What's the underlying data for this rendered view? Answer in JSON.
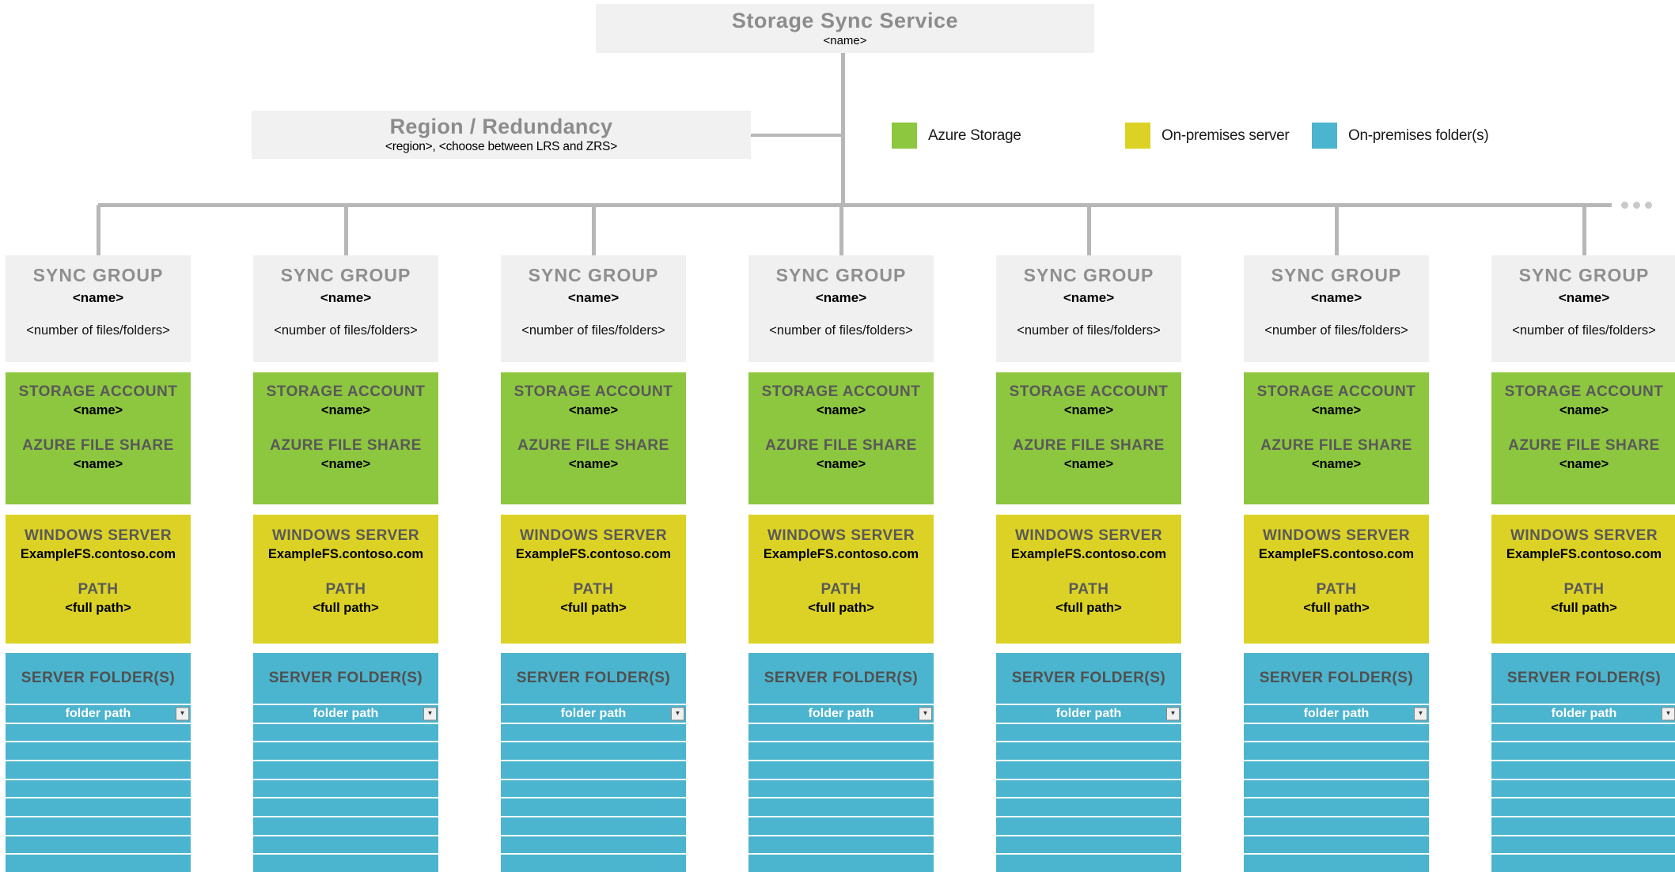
{
  "service": {
    "title": "Storage Sync Service",
    "name": "<name>"
  },
  "region": {
    "title": "Region / Redundancy",
    "details": "<region>, <choose between LRS and ZRS>"
  },
  "legend": [
    {
      "name": "azure-storage",
      "label": "Azure Storage",
      "color": "#8dc63f"
    },
    {
      "name": "on-premises-server",
      "label": "On-premises server",
      "color": "#dcd225"
    },
    {
      "name": "on-premises-folders",
      "label": "On-premises folder(s)",
      "color": "#4bb4ce"
    }
  ],
  "icons": {
    "dropdown_arrow": "▼",
    "more_ellipsis": "• • •"
  },
  "colors": {
    "azure_storage_green": "#8dc63f",
    "on_premises_yellow": "#dcd225",
    "on_premises_teal": "#4bb4ce",
    "box_background_gray": "#f1f1f1",
    "connector_gray": "#b7b7b7",
    "heading_text_gray": "#8c8c8c",
    "label_text_gray": "#595959"
  },
  "columns": [
    {
      "header": "SYNC GROUP",
      "name": "<name>",
      "count": "<number of files/folders>",
      "storage_account_label": "STORAGE ACCOUNT",
      "storage_account_name": "<name>",
      "file_share_label": "AZURE FILE SHARE",
      "file_share_name": "<name>",
      "server_label": "WINDOWS SERVER",
      "server_name": "ExampleFS.contoso.com",
      "path_label": "PATH",
      "path_value": "<full path>",
      "folders_label": "SERVER FOLDER(S)",
      "folder_path": "folder path",
      "empty_rows": 8
    },
    {
      "header": "SYNC GROUP",
      "name": "<name>",
      "count": "<number of files/folders>",
      "storage_account_label": "STORAGE ACCOUNT",
      "storage_account_name": "<name>",
      "file_share_label": "AZURE FILE SHARE",
      "file_share_name": "<name>",
      "server_label": "WINDOWS SERVER",
      "server_name": "ExampleFS.contoso.com",
      "path_label": "PATH",
      "path_value": "<full path>",
      "folders_label": "SERVER FOLDER(S)",
      "folder_path": "folder path",
      "empty_rows": 8
    },
    {
      "header": "SYNC GROUP",
      "name": "<name>",
      "count": "<number of files/folders>",
      "storage_account_label": "STORAGE ACCOUNT",
      "storage_account_name": "<name>",
      "file_share_label": "AZURE FILE SHARE",
      "file_share_name": "<name>",
      "server_label": "WINDOWS SERVER",
      "server_name": "ExampleFS.contoso.com",
      "path_label": "PATH",
      "path_value": "<full path>",
      "folders_label": "SERVER FOLDER(S)",
      "folder_path": "folder path",
      "empty_rows": 8
    },
    {
      "header": "SYNC GROUP",
      "name": "<name>",
      "count": "<number of files/folders>",
      "storage_account_label": "STORAGE ACCOUNT",
      "storage_account_name": "<name>",
      "file_share_label": "AZURE FILE SHARE",
      "file_share_name": "<name>",
      "server_label": "WINDOWS SERVER",
      "server_name": "ExampleFS.contoso.com",
      "path_label": "PATH",
      "path_value": "<full path>",
      "folders_label": "SERVER FOLDER(S)",
      "folder_path": "folder path",
      "empty_rows": 8
    },
    {
      "header": "SYNC GROUP",
      "name": "<name>",
      "count": "<number of files/folders>",
      "storage_account_label": "STORAGE ACCOUNT",
      "storage_account_name": "<name>",
      "file_share_label": "AZURE FILE SHARE",
      "file_share_name": "<name>",
      "server_label": "WINDOWS SERVER",
      "server_name": "ExampleFS.contoso.com",
      "path_label": "PATH",
      "path_value": "<full path>",
      "folders_label": "SERVER FOLDER(S)",
      "folder_path": "folder path",
      "empty_rows": 8
    },
    {
      "header": "SYNC GROUP",
      "name": "<name>",
      "count": "<number of files/folders>",
      "storage_account_label": "STORAGE ACCOUNT",
      "storage_account_name": "<name>",
      "file_share_label": "AZURE FILE SHARE",
      "file_share_name": "<name>",
      "server_label": "WINDOWS SERVER",
      "server_name": "ExampleFS.contoso.com",
      "path_label": "PATH",
      "path_value": "<full path>",
      "folders_label": "SERVER FOLDER(S)",
      "folder_path": "folder path",
      "empty_rows": 8
    },
    {
      "header": "SYNC GROUP",
      "name": "<name>",
      "count": "<number of files/folders>",
      "storage_account_label": "STORAGE ACCOUNT",
      "storage_account_name": "<name>",
      "file_share_label": "AZURE FILE SHARE",
      "file_share_name": "<name>",
      "server_label": "WINDOWS SERVER",
      "server_name": "ExampleFS.contoso.com",
      "path_label": "PATH",
      "path_value": "<full path>",
      "folders_label": "SERVER FOLDER(S)",
      "folder_path": "folder path",
      "empty_rows": 8
    }
  ]
}
